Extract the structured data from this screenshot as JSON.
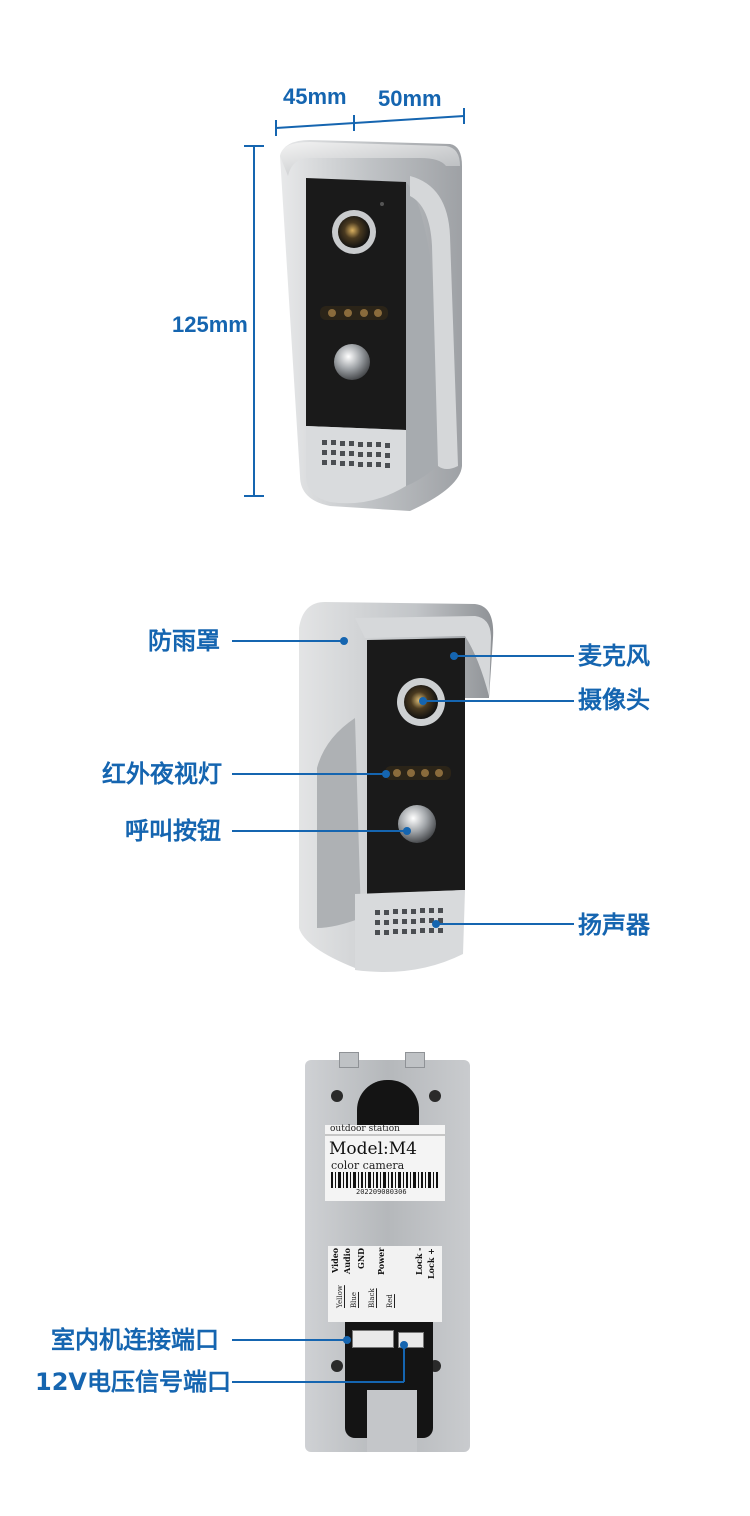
{
  "dimensions": {
    "depth": "45mm",
    "width": "50mm",
    "height": "125mm"
  },
  "callouts_front": {
    "rain_cover": "防雨罩",
    "microphone": "麦克风",
    "camera": "摄像头",
    "ir_night_light": "红外夜视灯",
    "call_button": "呼叫按钮",
    "speaker": "扬声器"
  },
  "label_plate": {
    "header": "outdoor station",
    "model": "Model:M4",
    "type": "color camera",
    "serial": "202209080306"
  },
  "terminals": {
    "col1": "Video",
    "col2": "Audio",
    "col3": "GND",
    "col4": "Power",
    "col5": "Lock -",
    "col6": "Lock +",
    "wire1": "Yellow",
    "wire2": "Blue",
    "wire3": "Black",
    "wire4": "Red"
  },
  "callouts_back": {
    "indoor_port": "室内机连接端口",
    "power_signal_port": "12V电压信号端口"
  },
  "colors": {
    "accent": "#1565b0",
    "silver": "#c8cacd",
    "black_panel": "#1a1a1a"
  }
}
